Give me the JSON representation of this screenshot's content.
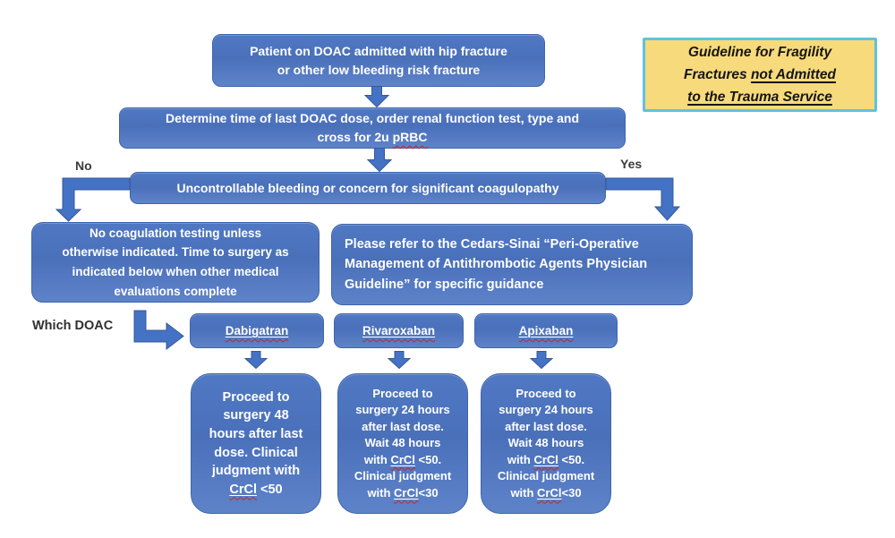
{
  "colors": {
    "node_blue": "#4a70ba",
    "node_border": "#3e65ad",
    "arrow_blue": "#4472c4",
    "title_bg": "#f7da7b",
    "title_border": "#5ec2e0",
    "squiggle_red": "#c5271b",
    "label_text": "#3b3b3b"
  },
  "title_card": {
    "rich": [
      {
        "t": "Guideline for Fragility"
      },
      {
        "br": true
      },
      {
        "t": "Fractures "
      },
      {
        "t": "not Admitted",
        "ul": true
      },
      {
        "br": true
      },
      {
        "t": "to the Trauma Service",
        "ul": true
      }
    ]
  },
  "flow": {
    "top_box": {
      "lines": [
        "Patient on DOAC admitted with hip fracture",
        "or other low bleeding risk fracture"
      ]
    },
    "dose_box": {
      "rich": [
        {
          "t": "Determine time of last DOAC dose, order renal function test, type and"
        },
        {
          "br": true
        },
        {
          "t": "cross for 2u "
        },
        {
          "t": "pRBC",
          "sq": true
        }
      ]
    },
    "bleeding_box": {
      "label": "Uncontrollable bleeding or concern for significant coagulopathy"
    },
    "branch_labels": {
      "no": "No",
      "yes": "Yes",
      "which_doac": "Which DOAC"
    },
    "no_box": {
      "lines": [
        "No coagulation testing unless",
        "otherwise indicated. Time to surgery as",
        "indicated below when other medical",
        "evaluations complete"
      ]
    },
    "refer_box": {
      "lines": [
        "Please refer to the Cedars-Sinai “Peri-Operative",
        "Management of Antithrombotic Agents Physician",
        "Guideline” for specific guidance"
      ]
    },
    "drugs": [
      {
        "name_rich": [
          {
            "t": "Dabigatran",
            "ul": true,
            "sq": true
          }
        ]
      },
      {
        "name_rich": [
          {
            "t": "Rivaroxaban",
            "ul": true,
            "sq": true
          }
        ]
      },
      {
        "name_rich": [
          {
            "t": "Apixaban",
            "ul": true,
            "sq": true
          }
        ]
      }
    ],
    "outcomes": [
      {
        "rich": [
          {
            "t": "Proceed to"
          },
          {
            "br": true
          },
          {
            "t": "surgery 48"
          },
          {
            "br": true
          },
          {
            "t": "hours after last"
          },
          {
            "br": true
          },
          {
            "t": "dose. Clinical"
          },
          {
            "br": true
          },
          {
            "t": "judgment with"
          },
          {
            "br": true
          },
          {
            "t": "CrCl",
            "ul": true,
            "sq": true
          },
          {
            "t": " <50"
          }
        ]
      },
      {
        "rich": [
          {
            "t": "Proceed to"
          },
          {
            "br": true
          },
          {
            "t": "surgery 24 hours"
          },
          {
            "br": true
          },
          {
            "t": "after last dose."
          },
          {
            "br": true
          },
          {
            "t": "Wait 48 hours"
          },
          {
            "br": true
          },
          {
            "t": "with "
          },
          {
            "t": "CrCl",
            "ul": true,
            "sq": true
          },
          {
            "t": " <50."
          },
          {
            "br": true
          },
          {
            "t": "Clinical judgment"
          },
          {
            "br": true
          },
          {
            "t": "with "
          },
          {
            "t": "CrCl",
            "ul": true,
            "sq": true
          },
          {
            "t": "<30"
          }
        ]
      },
      {
        "rich": [
          {
            "t": "Proceed to"
          },
          {
            "br": true
          },
          {
            "t": "surgery 24 hours"
          },
          {
            "br": true
          },
          {
            "t": "after last dose."
          },
          {
            "br": true
          },
          {
            "t": "Wait 48 hours"
          },
          {
            "br": true
          },
          {
            "t": "with "
          },
          {
            "t": "CrCl",
            "ul": true,
            "sq": true
          },
          {
            "t": " <50."
          },
          {
            "br": true
          },
          {
            "t": "Clinical judgment"
          },
          {
            "br": true
          },
          {
            "t": "with "
          },
          {
            "t": "CrCl",
            "ul": true,
            "sq": true
          },
          {
            "t": "<30"
          }
        ]
      }
    ]
  }
}
